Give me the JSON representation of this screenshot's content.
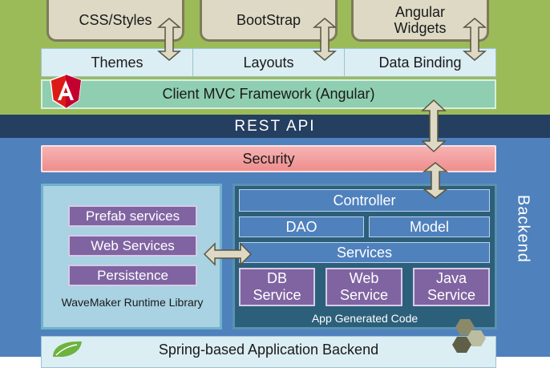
{
  "top_cards": [
    {
      "label": "CSS/Styles"
    },
    {
      "label": "BootStrap"
    },
    {
      "label": "Angular Widgets"
    }
  ],
  "client_tabs": [
    {
      "label": "Themes"
    },
    {
      "label": "Layouts"
    },
    {
      "label": "Data Binding"
    }
  ],
  "client_framework": {
    "label": "Client MVC Framework (Angular)"
  },
  "rest_api": {
    "label": "REST API"
  },
  "security": {
    "label": "Security"
  },
  "backend_label": "Backend",
  "runtime_library": {
    "items": [
      {
        "label": "Prefab services"
      },
      {
        "label": "Web Services"
      },
      {
        "label": "Persistence"
      }
    ],
    "caption": "WaveMaker Runtime Library"
  },
  "app_generated": {
    "controller": "Controller",
    "dao": "DAO",
    "model": "Model",
    "services": "Services",
    "service_boxes": [
      {
        "label": "DB Service"
      },
      {
        "label": "Web Service"
      },
      {
        "label": "Java Service"
      }
    ],
    "caption": "App Generated Code"
  },
  "spring_backend": {
    "label": "Spring-based Application Backend"
  },
  "colors": {
    "frontend": "#9bbb59",
    "rest_band": "#243f60",
    "backend": "#4f81bd",
    "security": "#ef8d8d",
    "service_purple": "#8064a2",
    "angular_red": "#dd1b16"
  }
}
